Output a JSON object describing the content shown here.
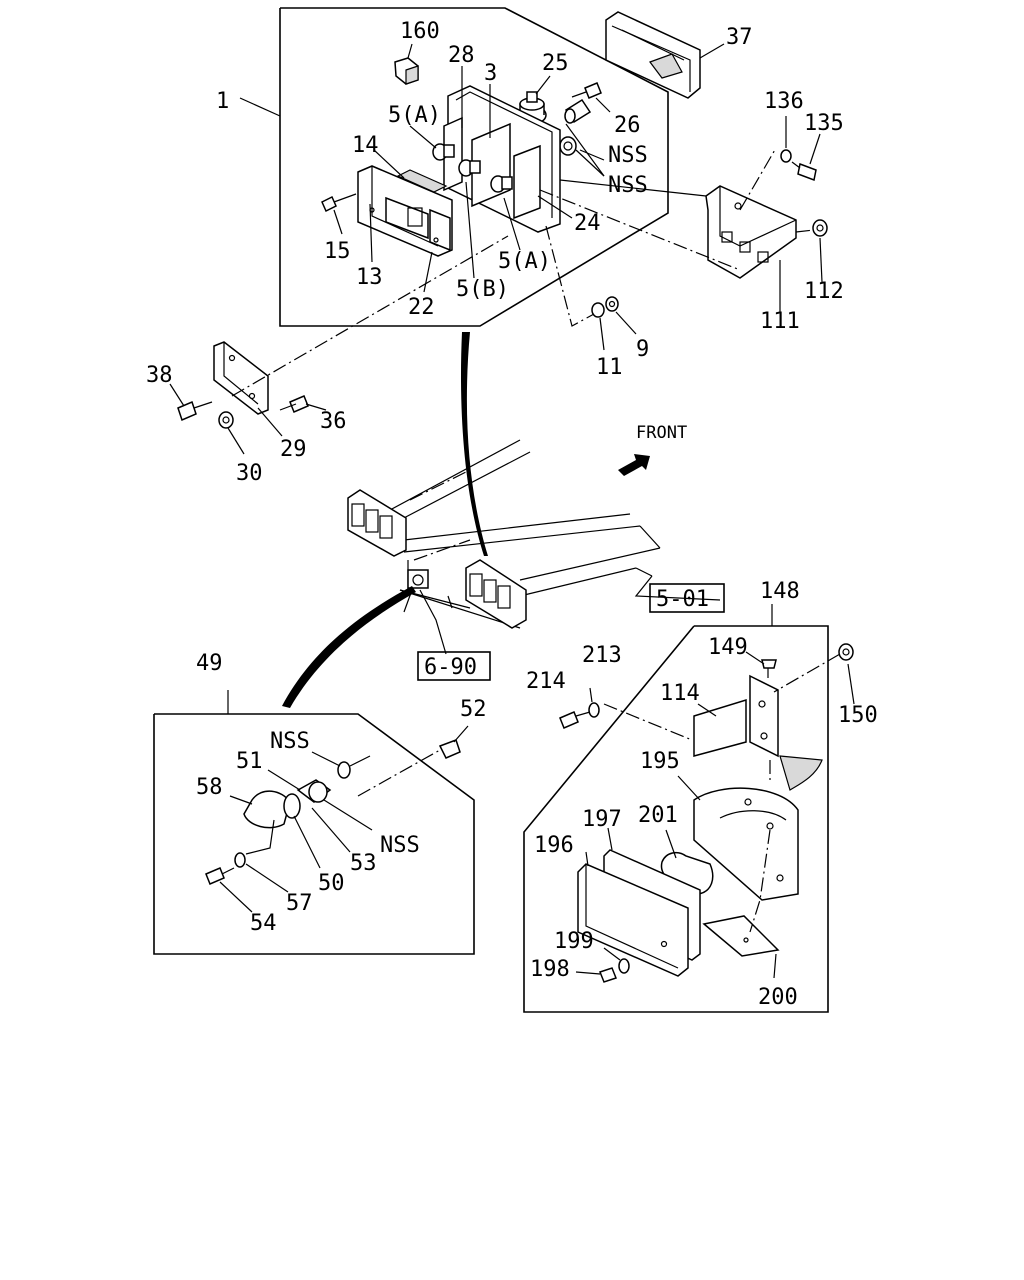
{
  "labels": {
    "l_1": "1",
    "l_160": "160",
    "l_28": "28",
    "l_3": "3",
    "l_25": "25",
    "l_5a_top": "5(A)",
    "l_26": "26",
    "l_nss_1": "NSS",
    "l_nss_2": "NSS",
    "l_14": "14",
    "l_24": "24",
    "l_15": "15",
    "l_13": "13",
    "l_5a_bot": "5(A)",
    "l_5b": "5(B)",
    "l_22": "22",
    "l_37": "37",
    "l_136": "136",
    "l_135": "135",
    "l_112": "112",
    "l_111": "111",
    "l_11": "11",
    "l_9": "9",
    "l_38": "38",
    "l_36": "36",
    "l_29": "29",
    "l_30": "30",
    "l_148": "148",
    "l_149": "149",
    "l_213": "213",
    "l_214": "214",
    "l_114": "114",
    "l_150": "150",
    "l_195": "195",
    "l_201": "201",
    "l_197": "197",
    "l_196": "196",
    "l_199": "199",
    "l_198": "198",
    "l_200": "200",
    "l_49": "49",
    "l_52": "52",
    "l_nss_3": "NSS",
    "l_51": "51",
    "l_58": "58",
    "l_nss_4": "NSS",
    "l_53": "53",
    "l_50": "50",
    "l_57": "57",
    "l_54": "54"
  },
  "front_label": "FRONT",
  "refs": {
    "ref_501": "5-01",
    "ref_690": "6-90"
  }
}
